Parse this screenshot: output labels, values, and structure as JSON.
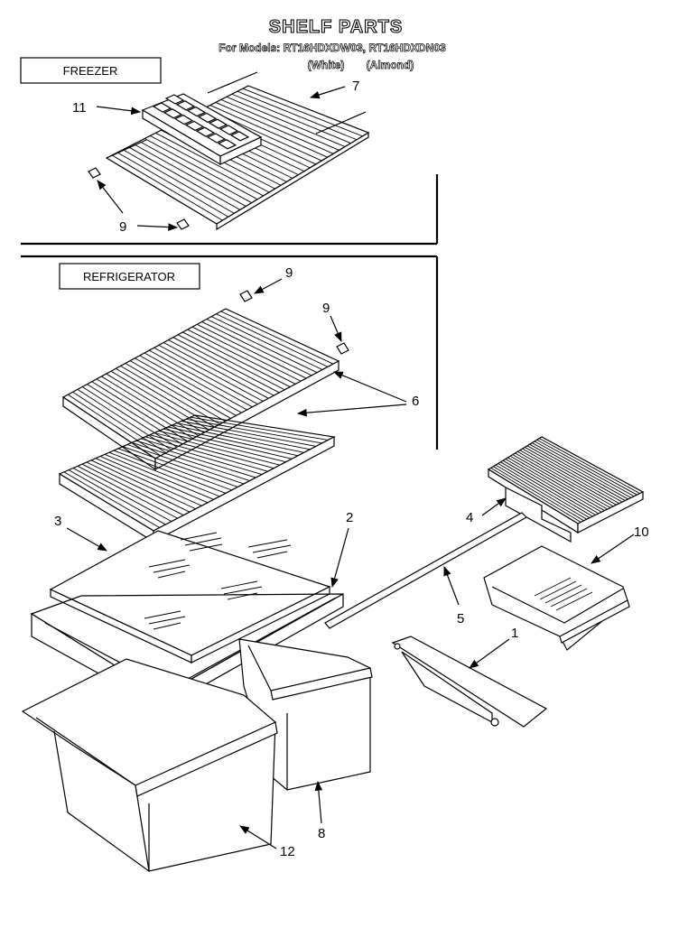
{
  "title": "SHELF PARTS",
  "models_line": "For Models: RT16HDXDW03, RT16HDXDN03",
  "white_label": "(White)",
  "almond_label": "(Almond)",
  "sections": {
    "freezer": "FREEZER",
    "refrigerator": "REFRIGERATOR"
  },
  "callouts": {
    "c11": "11",
    "c7": "7",
    "c9a": "9",
    "c9b": "9",
    "c9c": "9",
    "c6": "6",
    "c3": "3",
    "c2": "2",
    "c4": "4",
    "c10": "10",
    "c5": "5",
    "c1": "1",
    "c8": "8",
    "c12": "12"
  }
}
